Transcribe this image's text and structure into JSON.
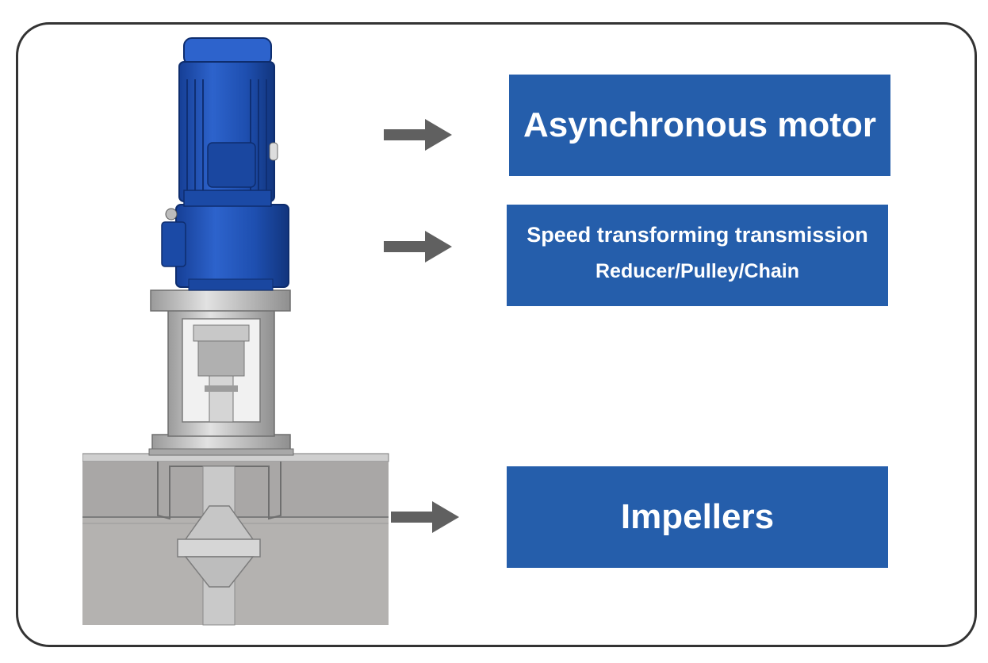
{
  "colors": {
    "box_fill": "#255eab",
    "arrow_fill": "#606060",
    "frame_border": "#333333",
    "motor_blue": "#1f4fb0",
    "steel_grey": "#b9b9b9"
  },
  "labels": {
    "motor": "Asynchronous motor",
    "transmission_line1": "Speed transforming transmission",
    "transmission_line2": "Reducer/Pulley/Chain",
    "impellers": "Impellers"
  },
  "icons": {
    "arrow": "right-arrow-icon"
  }
}
